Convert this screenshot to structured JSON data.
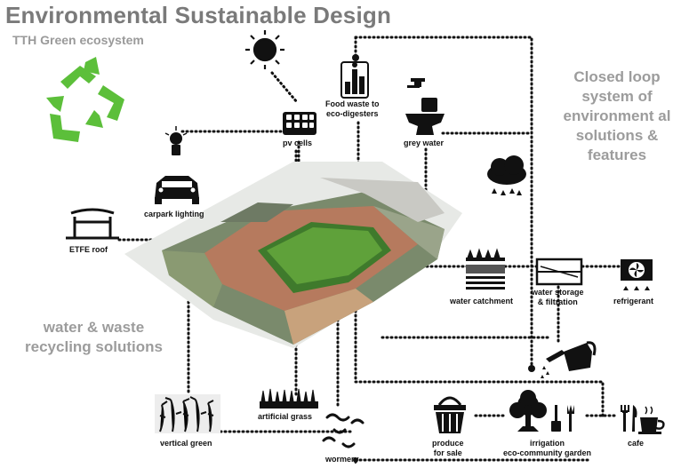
{
  "header": {
    "title": "Environmental Sustainable Design",
    "subtitle": "TTH Green ecosystem"
  },
  "side_notes": {
    "closed_loop": "Closed loop system of environment al solutions & features",
    "water_waste": "water & waste recycling solutions"
  },
  "nodes": {
    "pv_cells": "pv cells",
    "food_waste_line1": "Food waste to",
    "food_waste_line2": "eco-digesters",
    "grey_water": "grey water",
    "carpark_lighting": "carpark lighting",
    "etfe_roof": "ETFE roof",
    "water_catchment": "water catchment",
    "water_storage_line1": "water storage",
    "water_storage_line2": "& filtration",
    "refrigerant": "refrigerant",
    "vertical_green": "vertical green",
    "artificial_grass": "artificial grass",
    "wormery": "wormery",
    "produce_line1": "produce",
    "produce_line2": "for sale",
    "irrigation_line1": "irrigation",
    "irrigation_line2": "eco-community garden",
    "cafe": "cafe"
  },
  "colors": {
    "title_gray": "#7a7a7a",
    "note_gray": "#9c9c9c",
    "recycle_green": "#5cbf3a",
    "line_black": "#111111"
  },
  "icons": [
    "recycle-icon",
    "sun-icon",
    "solar-panel-icon",
    "factory-icon",
    "shower-icon",
    "toilet-icon",
    "lightbulb-icon",
    "car-icon",
    "roof-icon",
    "rain-cloud-icon",
    "soil-layers-icon",
    "filter-tank-icon",
    "fan-icon",
    "grass-block-icon",
    "worm-icon",
    "basket-icon",
    "tree-icon",
    "garden-tools-icon",
    "watering-can-icon",
    "cutlery-icon",
    "cup-icon"
  ]
}
